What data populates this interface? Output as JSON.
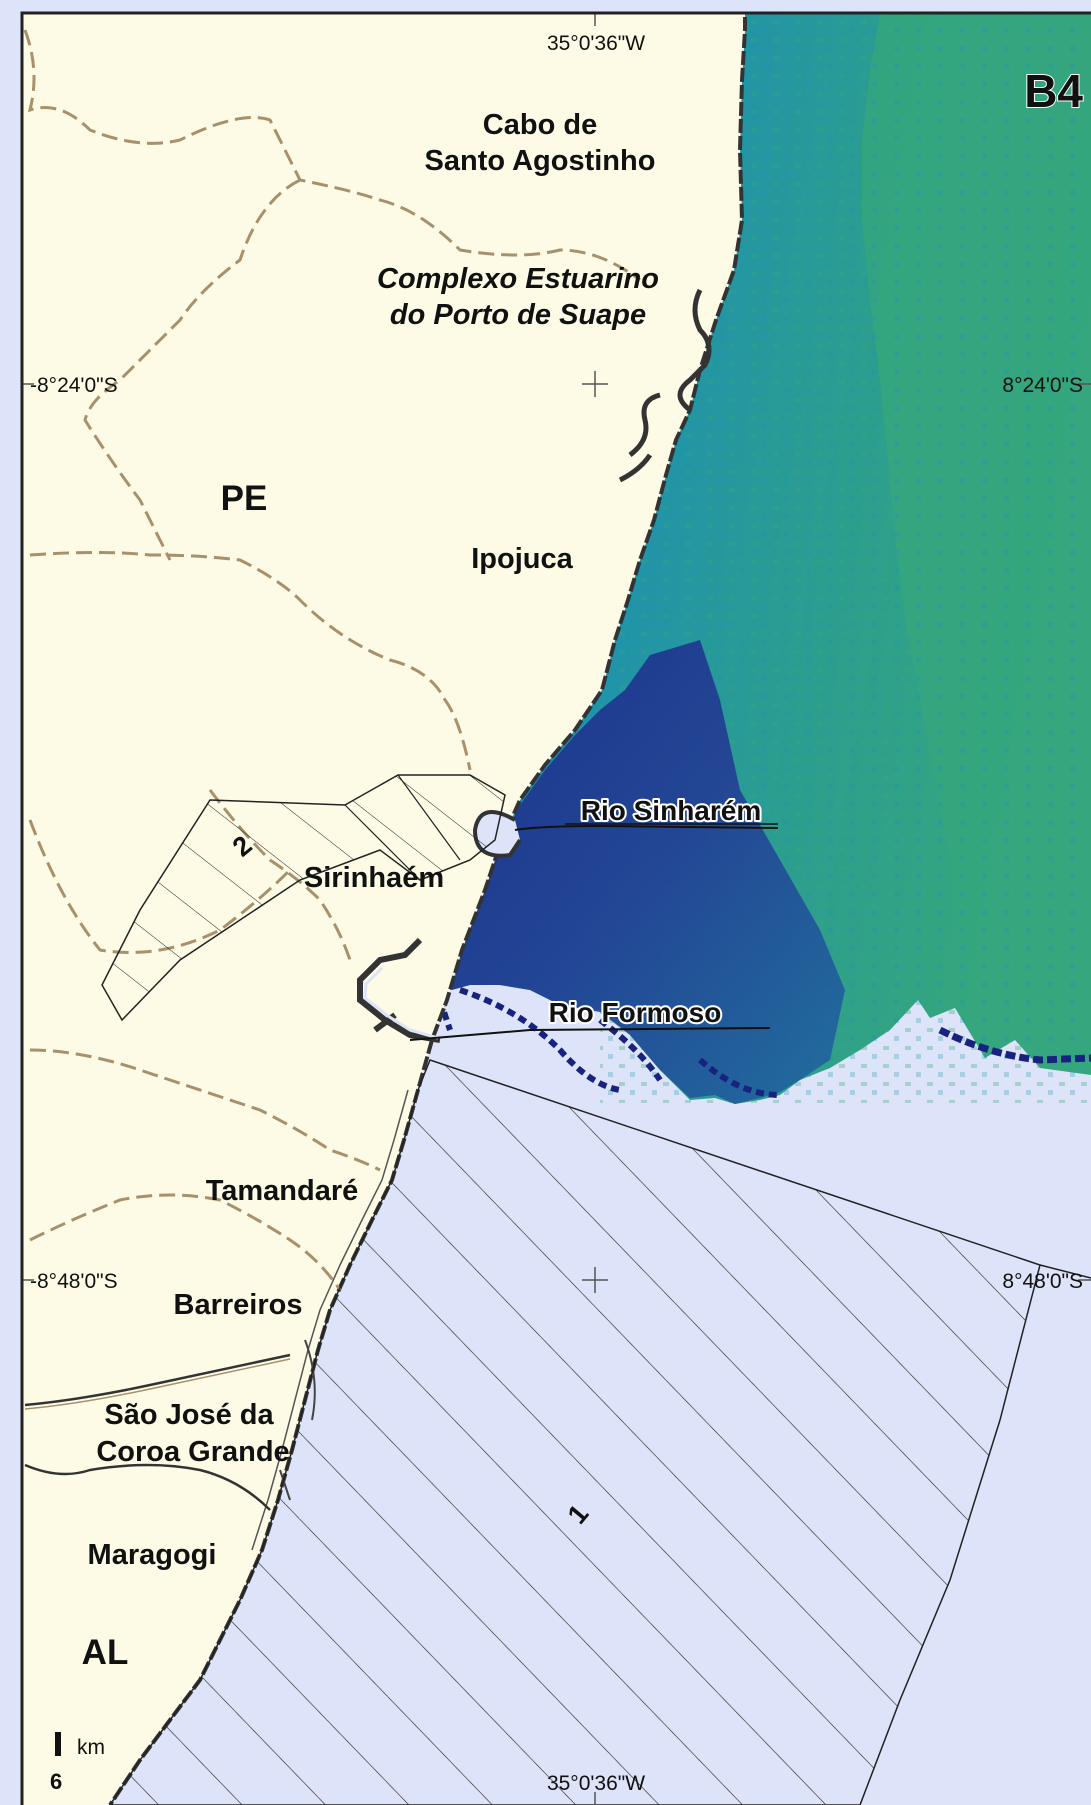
{
  "panel": {
    "label": "B4"
  },
  "coordinates": {
    "lon_top": "35°0'36\"W",
    "lon_bottom": "35°0'36\"W",
    "lat_north_left": "-8°24'0\"S",
    "lat_north_right": "8°24'0\"S",
    "lat_south_left": "-8°48'0\"S",
    "lat_south_right": "8°48'0\"S"
  },
  "places": {
    "cabo_line1": "Cabo de",
    "cabo_line2": "Santo Agostinho",
    "suape_line1": "Complexo Estuarino",
    "suape_line2": "do Porto de Suape",
    "state_pe": "PE",
    "ipojuca": "Ipojuca",
    "sirinhaem": "Sirinhaém",
    "tamandare": "Tamandaré",
    "barreiros": "Barreiros",
    "sao_jose_line1": "São José da",
    "sao_jose_line2": "Coroa Grande",
    "maragogi": "Maragogi",
    "state_al": "AL"
  },
  "rivers": {
    "sinharem": "Rio Sinharém",
    "formoso": "Rio Formoso"
  },
  "zones": {
    "zone_1": "1",
    "zone_2": "2"
  },
  "scale_bar": {
    "unit": "km",
    "value": "6"
  },
  "colors": {
    "land": "#fdfbe6",
    "sea": "#dde3f8",
    "deep_green": "#35a67d",
    "teal": "#1e92ad",
    "dark_blue": "#233f94",
    "navy": "#17237f",
    "boundary": "#a8906c",
    "coast": "#333333"
  }
}
